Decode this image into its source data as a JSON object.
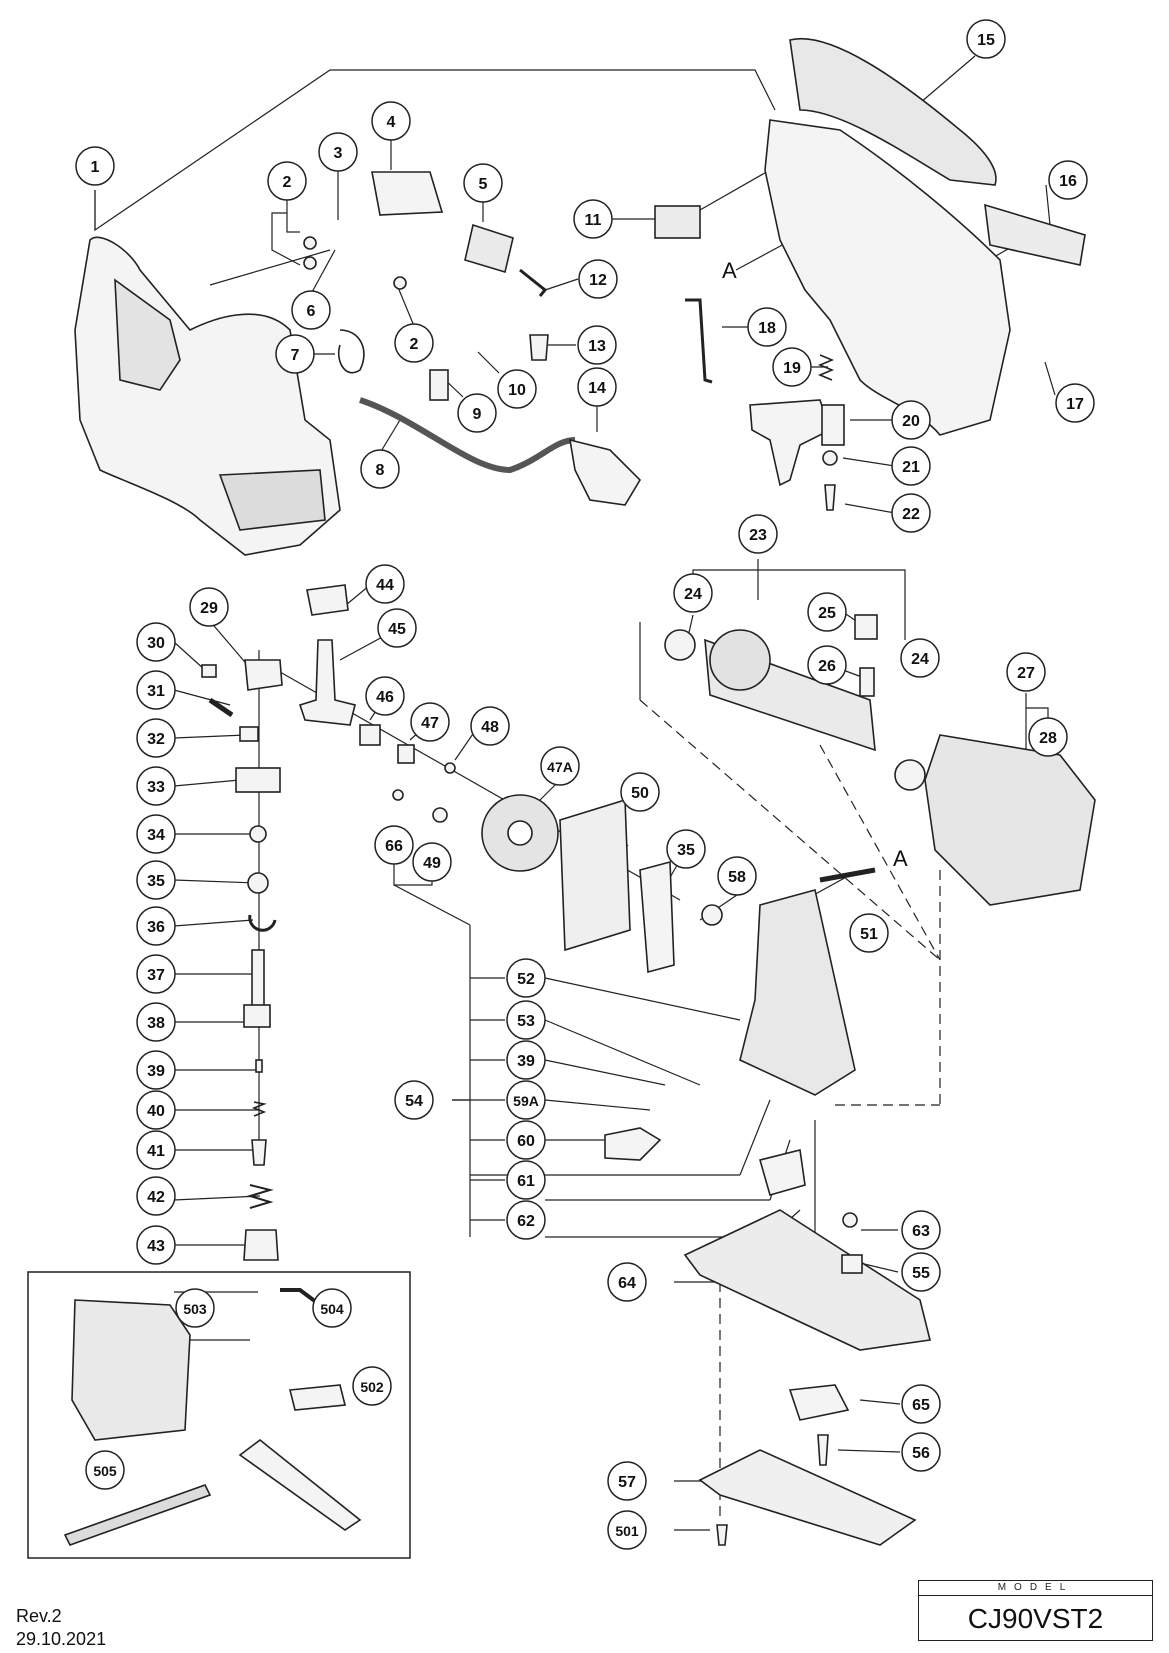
{
  "revision": "Rev.2",
  "date": "29.10.2021",
  "model_label": "MODEL",
  "model": "CJ90VST2",
  "connector_letter": "A",
  "callouts": [
    {
      "label": "1"
    },
    {
      "label": "2"
    },
    {
      "label": "3"
    },
    {
      "label": "4"
    },
    {
      "label": "5"
    },
    {
      "label": "6"
    },
    {
      "label": "2"
    },
    {
      "label": "7"
    },
    {
      "label": "8"
    },
    {
      "label": "9"
    },
    {
      "label": "10"
    },
    {
      "label": "11"
    },
    {
      "label": "12"
    },
    {
      "label": "13"
    },
    {
      "label": "14"
    },
    {
      "label": "15"
    },
    {
      "label": "16"
    },
    {
      "label": "17"
    },
    {
      "label": "18"
    },
    {
      "label": "19"
    },
    {
      "label": "20"
    },
    {
      "label": "21"
    },
    {
      "label": "22"
    },
    {
      "label": "23"
    },
    {
      "label": "24"
    },
    {
      "label": "24"
    },
    {
      "label": "25"
    },
    {
      "label": "26"
    },
    {
      "label": "27"
    },
    {
      "label": "28"
    },
    {
      "label": "29"
    },
    {
      "label": "30"
    },
    {
      "label": "31"
    },
    {
      "label": "32"
    },
    {
      "label": "33"
    },
    {
      "label": "34"
    },
    {
      "label": "35"
    },
    {
      "label": "36"
    },
    {
      "label": "37"
    },
    {
      "label": "38"
    },
    {
      "label": "39"
    },
    {
      "label": "40"
    },
    {
      "label": "41"
    },
    {
      "label": "42"
    },
    {
      "label": "43"
    },
    {
      "label": "44"
    },
    {
      "label": "45"
    },
    {
      "label": "46"
    },
    {
      "label": "47"
    },
    {
      "label": "48"
    },
    {
      "label": "47A"
    },
    {
      "label": "66"
    },
    {
      "label": "49"
    },
    {
      "label": "50"
    },
    {
      "label": "35"
    },
    {
      "label": "58"
    },
    {
      "label": "51"
    },
    {
      "label": "52"
    },
    {
      "label": "53"
    },
    {
      "label": "39"
    },
    {
      "label": "59A"
    },
    {
      "label": "54"
    },
    {
      "label": "60"
    },
    {
      "label": "61"
    },
    {
      "label": "62"
    },
    {
      "label": "63"
    },
    {
      "label": "55"
    },
    {
      "label": "64"
    },
    {
      "label": "65"
    },
    {
      "label": "56"
    },
    {
      "label": "57"
    },
    {
      "label": "501"
    },
    {
      "label": "503"
    },
    {
      "label": "504"
    },
    {
      "label": "502"
    },
    {
      "label": "505"
    }
  ]
}
